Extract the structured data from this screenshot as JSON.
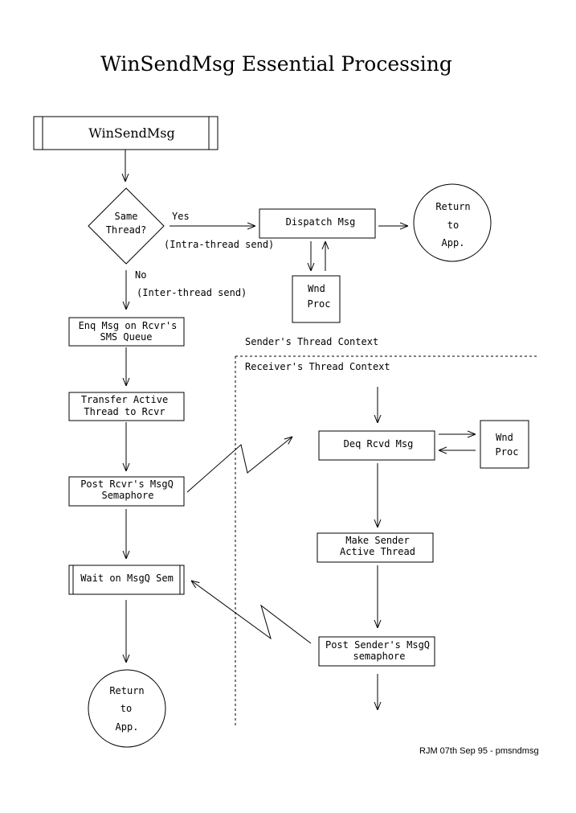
{
  "title": "WinSendMsg Essential Processing",
  "nodes": {
    "start": "WinSendMsg",
    "decision": [
      "Same",
      "Thread?"
    ],
    "dispatch": "Dispatch Msg",
    "return_top": [
      "Return",
      "to",
      "App."
    ],
    "wnd_proc_top": [
      "Wnd",
      "Proc"
    ],
    "enqueue": [
      "Enq Msg on Rcvr's",
      "SMS Queue"
    ],
    "transfer": [
      "Transfer Active",
      "Thread to Rcvr"
    ],
    "post_rcvr": [
      "Post Rcvr's MsgQ",
      "Semaphore"
    ],
    "wait": "Wait on MsgQ Sem",
    "return_bottom": [
      "Return",
      "to",
      "App."
    ],
    "dequeue": "Deq Rcvd Msg",
    "wnd_proc_right": [
      "Wnd",
      "Proc"
    ],
    "make_sender": [
      "Make Sender",
      "Active Thread"
    ],
    "post_sender": [
      "Post Sender's MsgQ",
      "semaphore"
    ]
  },
  "edge_labels": {
    "yes": "Yes",
    "intra": "(Intra-thread send)",
    "no": "No",
    "inter": "(Inter-thread send)"
  },
  "regions": {
    "sender": "Sender's Thread Context",
    "receiver": "Receiver's Thread Context"
  },
  "credit": "RJM 07th Sep 95 - pmsndmsg"
}
